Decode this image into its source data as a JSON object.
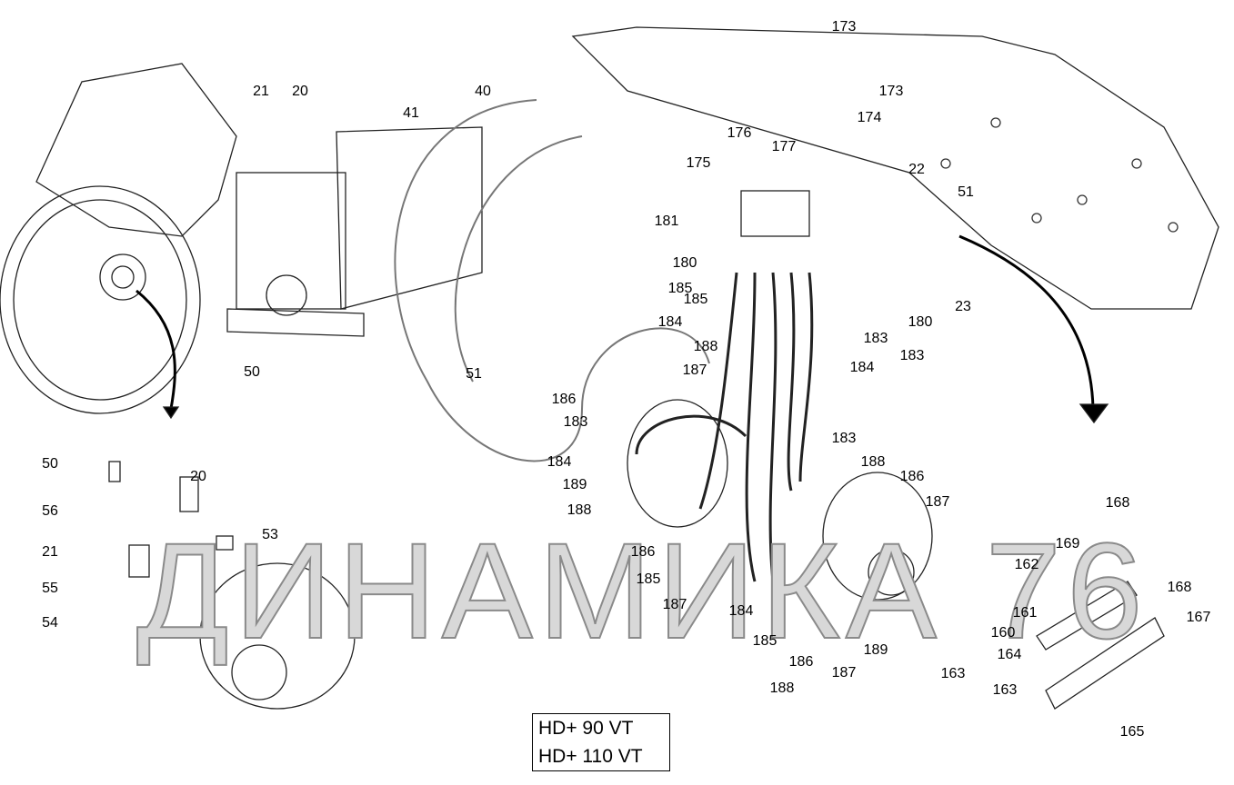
{
  "diagram": {
    "watermark": "ДИНАМИКА 76",
    "models": [
      "HD+ 90 VT",
      "HD+ 110 VT"
    ],
    "labels": [
      "21",
      "20",
      "40",
      "41",
      "173",
      "173",
      "174",
      "176",
      "177",
      "175",
      "22",
      "51",
      "181",
      "180",
      "185",
      "185",
      "184",
      "183",
      "184",
      "183",
      "180",
      "23",
      "188",
      "187",
      "186",
      "183",
      "183",
      "188",
      "184",
      "189",
      "186",
      "187",
      "188",
      "186",
      "185",
      "187",
      "184",
      "185",
      "186",
      "188",
      "187",
      "189",
      "50",
      "51",
      "50",
      "20",
      "56",
      "53",
      "21",
      "55",
      "54",
      "168",
      "169",
      "162",
      "168",
      "167",
      "161",
      "160",
      "164",
      "163",
      "163",
      "165"
    ]
  }
}
